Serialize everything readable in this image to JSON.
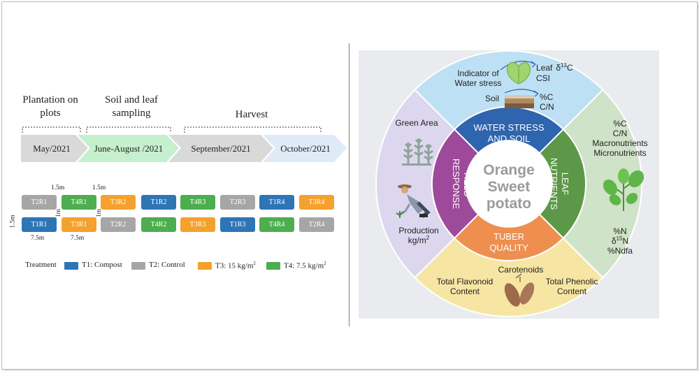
{
  "timeline": {
    "phases": [
      {
        "line1": "Plantation on",
        "line2": "plots"
      },
      {
        "line1": "Soil and leaf",
        "line2": "sampling"
      },
      {
        "line1": "Harvest",
        "line2": ""
      }
    ],
    "months": [
      "May/2021",
      "June-August /2021",
      "September/2021",
      "October/2021"
    ]
  },
  "plots": {
    "row1": [
      "T2R1",
      "T4R1",
      "T3R2",
      "T1R2",
      "T4R3",
      "T2R3",
      "T1R4",
      "T3R4"
    ],
    "row2": [
      "T1R1",
      "T3R1",
      "T2R2",
      "T4R2",
      "T3R3",
      "T1R3",
      "T4R4",
      "T2R4"
    ],
    "dims": {
      "spacing": "1.5m",
      "gap": "1m",
      "length": "7.5m"
    }
  },
  "legend": {
    "title": "Treatment",
    "items": [
      {
        "label": "T1: Compost",
        "color": "#2e75b6"
      },
      {
        "label": "T2: Control",
        "color": "#a6a6a6"
      },
      {
        "label": "T3: 15 kg/m",
        "sup": "2",
        "color": "#f5a12e"
      },
      {
        "label": "T4: 7.5 kg/m",
        "sup": "2",
        "color": "#4cae4f"
      }
    ]
  },
  "colors": {
    "T1": "#2e75b6",
    "T2": "#a6a6a6",
    "T3": "#f5a12e",
    "T4": "#4cae4f",
    "chevron_grey": "#d9d9d9",
    "chevron_green": "#c6efce",
    "chevron_blue": "#deebf7",
    "outer_top": "#bee0f4",
    "outer_right": "#cfe3c8",
    "outer_bottom": "#f7e6a3",
    "outer_left": "#dcd7ee",
    "inner_top": "#2f64ae",
    "inner_right": "#5d9848",
    "inner_bottom": "#ee8f4f",
    "inner_left": "#9d4a9b"
  },
  "wheel": {
    "center": {
      "line1": "Orange",
      "line2": "Sweet",
      "line3": "potato"
    },
    "inner": {
      "top": {
        "line1": "WATER STRESS",
        "line2": "AND SOIL"
      },
      "right": {
        "line1": "LEAF",
        "line2": "NUTRIENTS"
      },
      "bottom": {
        "line1": "TUBER",
        "line2": "QUALITY"
      },
      "left": {
        "line1": "YIELD",
        "line2": "RESPONSE"
      }
    },
    "outer_top": {
      "indicator1": "Indicator of",
      "indicator2": "Water stress",
      "leaf": "Leaf",
      "delta": "δ",
      "sup13": "13",
      "c": "C",
      "csi": "CSI",
      "soil": "Soil",
      "pct_c": "%C",
      "cn": "C/N"
    },
    "outer_right": {
      "pct_c": "%C",
      "cn": "C/N",
      "macro": "Macronutrients",
      "micro": "Micronutrients",
      "pct_n": "%N",
      "delta": "δ",
      "sup15": "15",
      "n": "N",
      "ndfa": "%Ndfa"
    },
    "outer_bottom": {
      "carotenoids": "Carotenoids",
      "flav1": "Total Flavonoid",
      "flav2": "Content",
      "phen1": "Total Phenolic",
      "phen2": "Content"
    },
    "outer_left": {
      "green": "Green Area",
      "prod1": "Production",
      "prod2": "kg/m",
      "sup2": "2"
    },
    "icons": [
      "leaf-icon",
      "soil-layers-icon",
      "plant-icon",
      "farmer-icon",
      "seedling-icon",
      "tuber-icon"
    ]
  }
}
